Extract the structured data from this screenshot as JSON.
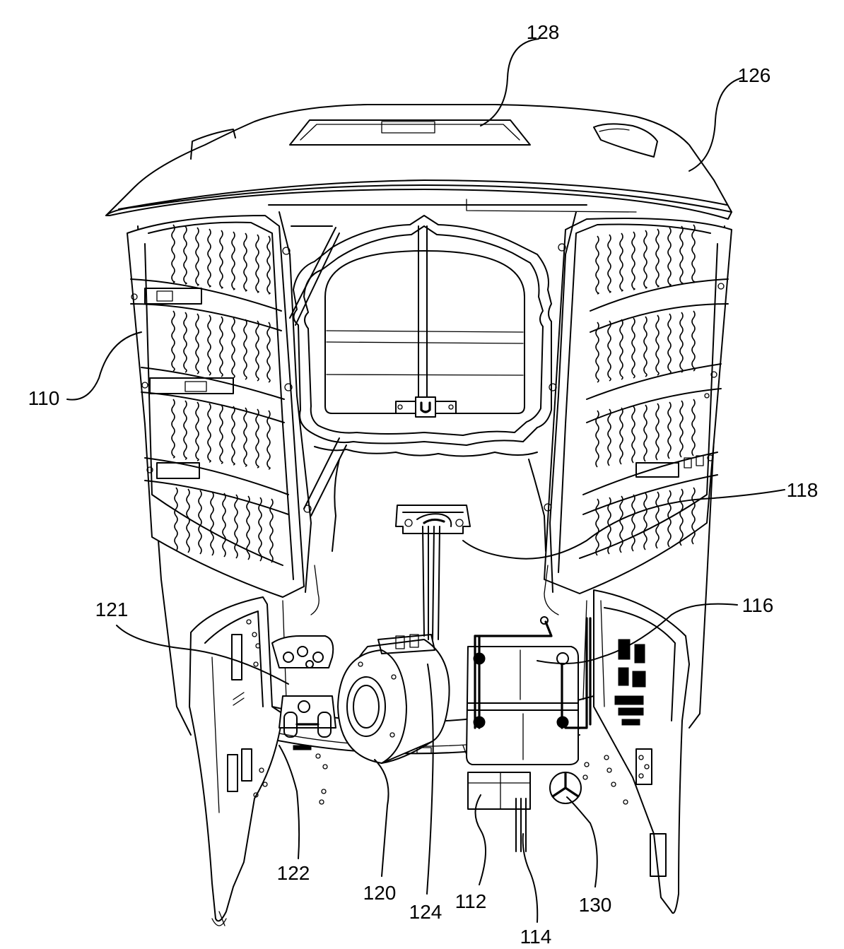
{
  "figure": {
    "reference_labels": [
      {
        "id": "label-128",
        "text": "128"
      },
      {
        "id": "label-126",
        "text": "126"
      },
      {
        "id": "label-110",
        "text": "110"
      },
      {
        "id": "label-118",
        "text": "118"
      },
      {
        "id": "label-121",
        "text": "121"
      },
      {
        "id": "label-116",
        "text": "116"
      },
      {
        "id": "label-122",
        "text": "122"
      },
      {
        "id": "label-120",
        "text": "120"
      },
      {
        "id": "label-124",
        "text": "124"
      },
      {
        "id": "label-112",
        "text": "112"
      },
      {
        "id": "label-114",
        "text": "114"
      },
      {
        "id": "label-130",
        "text": "130"
      }
    ]
  }
}
